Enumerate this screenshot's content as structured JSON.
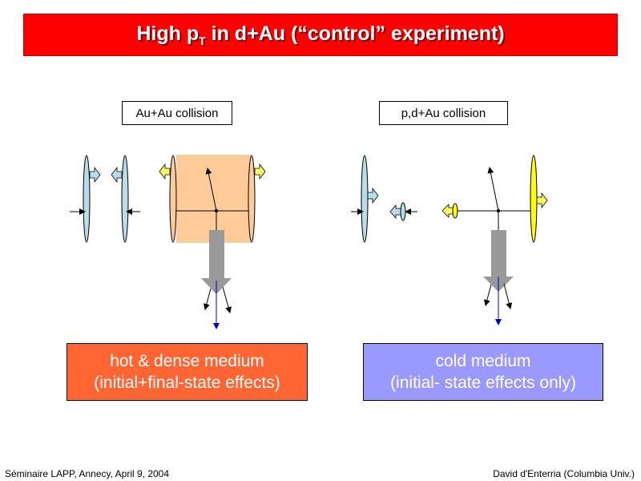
{
  "slide": {
    "title_main": "High p",
    "title_sub": "T",
    "title_rest": " in d+Au (“control” experiment)"
  },
  "panels": {
    "left": {
      "label": "Au+Au collision",
      "medium_line1": "hot & dense medium",
      "medium_line2": "(initial+final-state effects)"
    },
    "right": {
      "label": "p,d+Au collision",
      "medium_line1": "cold medium",
      "medium_line2": "(initial- state effects only)"
    }
  },
  "footer": {
    "left": "Séminaire LAPP, Annecy, April 9, 2004",
    "right": "David d'Enterria (Columbia Univ.)"
  },
  "colors": {
    "title_bar": "#ff0000",
    "hot_medium": "#ff6633",
    "cold_medium": "#9999ff",
    "medium_region": "#ffcc99",
    "nucleus_blue": "#b8dcea",
    "nucleus_gold": "#ffff00",
    "jet_arrow": "#999999",
    "leading_particle": "#0000cc"
  }
}
